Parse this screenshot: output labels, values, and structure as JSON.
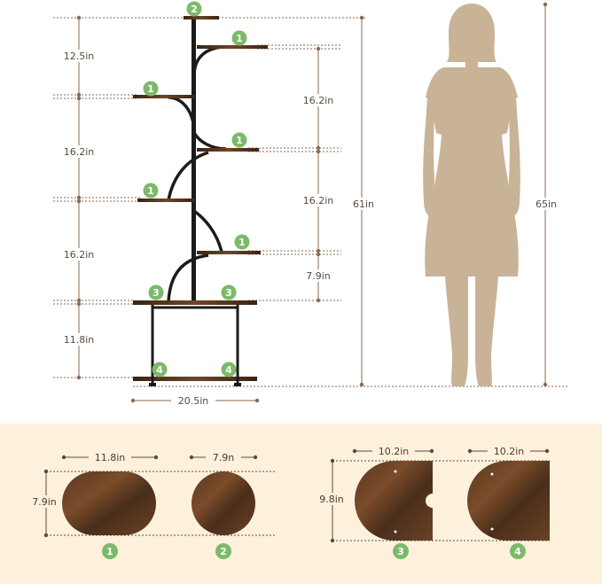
{
  "colors": {
    "dim": "#8a6a52",
    "badge": "#7cb96a",
    "shelf_dark": "#3a2616",
    "shelf_mid": "#6e4527",
    "silhouette": "#c9b396",
    "frame": "#1b1b1b",
    "panel": "#fdf1dc"
  },
  "left_dims": [
    {
      "label": "12.5in"
    },
    {
      "label": "16.2in"
    },
    {
      "label": "16.2in"
    },
    {
      "label": "16.2in"
    },
    {
      "label": "11.8in"
    }
  ],
  "right_dims": [
    {
      "label": "16.2in"
    },
    {
      "label": "16.2in"
    },
    {
      "label": "7.9in"
    }
  ],
  "total_height_label": "61in",
  "person_height_label": "65in",
  "width_label": "20.5in",
  "badges": {
    "top": "2",
    "r1": "1",
    "l1": "1",
    "r2": "1",
    "l2": "1",
    "r3": "1",
    "b3l": "3",
    "b3r": "3",
    "b4l": "4",
    "b4r": "4"
  },
  "parts": [
    {
      "number": "1",
      "width_label": "11.8in",
      "height_label": "7.9in"
    },
    {
      "number": "2",
      "width_label": "7.9n"
    },
    {
      "number": "3",
      "width_label": "10.2in",
      "height_label": "9.8in"
    },
    {
      "number": "4",
      "width_label": "10.2in"
    }
  ]
}
